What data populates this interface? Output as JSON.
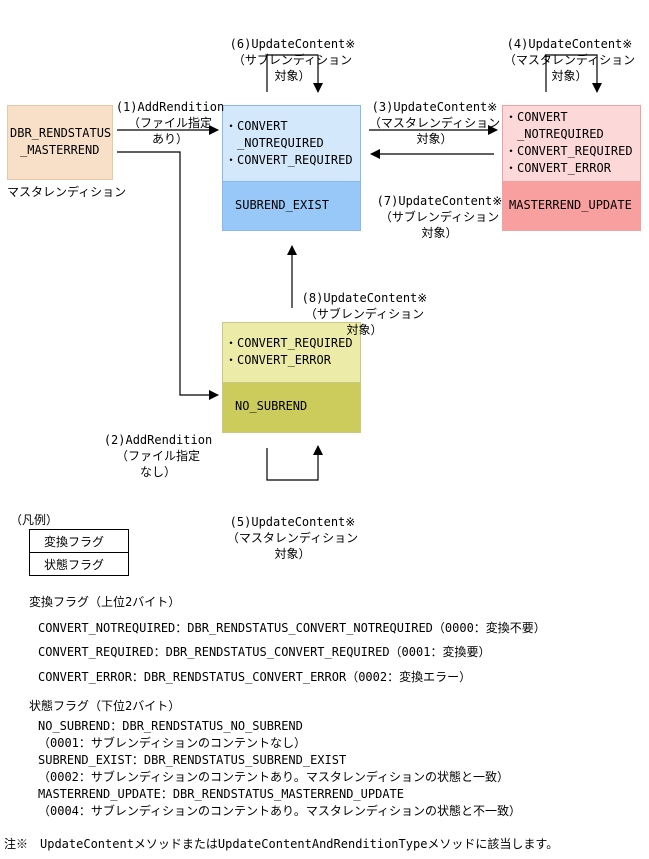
{
  "master_box": {
    "label_line1": "DBR_RENDSTATUS",
    "label_line2": "_MASTERREND",
    "caption": "マスタレンディション"
  },
  "subrend_exist": {
    "conv_lines": [
      "・CONVERT",
      "　_NOTREQUIRED",
      "・CONVERT_REQUIRED"
    ],
    "status": "SUBREND_EXIST"
  },
  "masterrend_update": {
    "conv_lines": [
      "・CONVERT",
      "　_NOTREQUIRED",
      "・CONVERT_REQUIRED",
      "・CONVERT_ERROR"
    ],
    "status": "MASTERREND_UPDATE"
  },
  "no_subrend": {
    "conv_lines": [
      "・CONVERT_REQUIRED",
      "・CONVERT_ERROR"
    ],
    "status": "NO_SUBREND"
  },
  "edges": {
    "e1": [
      "(1)AddRendition",
      "（ファイル指定",
      "あり）"
    ],
    "e2": [
      "(2)AddRendition",
      "（ファイル指定",
      "なし）"
    ],
    "e3": [
      "(3)UpdateContent※",
      "（マスタレンディション",
      "対象）"
    ],
    "e4": [
      "(4)UpdateContent※",
      "（マスタレンディション",
      "対象）"
    ],
    "e5": [
      "(5)UpdateContent※",
      "（マスタレンディション",
      "対象）"
    ],
    "e6": [
      "(6)UpdateContent※",
      "（サブレンディション",
      "対象）"
    ],
    "e7": [
      "(7)UpdateContent※",
      "（サブレンディション",
      "対象）"
    ],
    "e8": [
      "(8)UpdateContent※",
      "（サブレンディション",
      "対象）"
    ]
  },
  "legend": {
    "title": "（凡例）",
    "row1": "変換フラグ",
    "row2": "状態フラグ"
  },
  "conv_flags": {
    "heading": "変換フラグ（上位2バイト）",
    "items": [
      "CONVERT_NOTREQUIRED：DBR_RENDSTATUS_CONVERT_NOTREQUIRED（0000：変換不要）",
      "CONVERT_REQUIRED：DBR_RENDSTATUS_CONVERT_REQUIRED（0001：変換要）",
      "CONVERT_ERROR：DBR_RENDSTATUS_CONVERT_ERROR（0002：変換エラー）"
    ]
  },
  "status_flags": {
    "heading": "状態フラグ（下位2バイト）",
    "items": [
      "NO_SUBREND：DBR_RENDSTATUS_NO_SUBREND",
      "（0001：サブレンディションのコンテントなし）",
      "SUBREND_EXIST：DBR_RENDSTATUS_SUBREND_EXIST",
      "（0002：サブレンディションのコンテントあり。マスタレンディションの状態と一致）",
      "MASTERREND_UPDATE：DBR_RENDSTATUS_MASTERREND_UPDATE",
      "（0004：サブレンディションのコンテントあり。マスタレンディションの状態と不一致）"
    ]
  },
  "note": "注※　UpdateContentメソッドまたはUpdateContentAndRenditionTypeメソッドに該当します。",
  "colors": {
    "master_fill": "#f8e0c8",
    "master_border": "#e8c8a8",
    "subrend_top": "#d4e8fc",
    "subrend_bottom": "#98c8f8",
    "subrend_border": "#88b8ec",
    "update_top": "#fcd8d8",
    "update_bottom": "#f8a0a0",
    "update_border": "#f0a0a0",
    "nosub_top": "#ececa8",
    "nosub_bottom": "#cccc5c",
    "nosub_border": "#c8c888"
  }
}
